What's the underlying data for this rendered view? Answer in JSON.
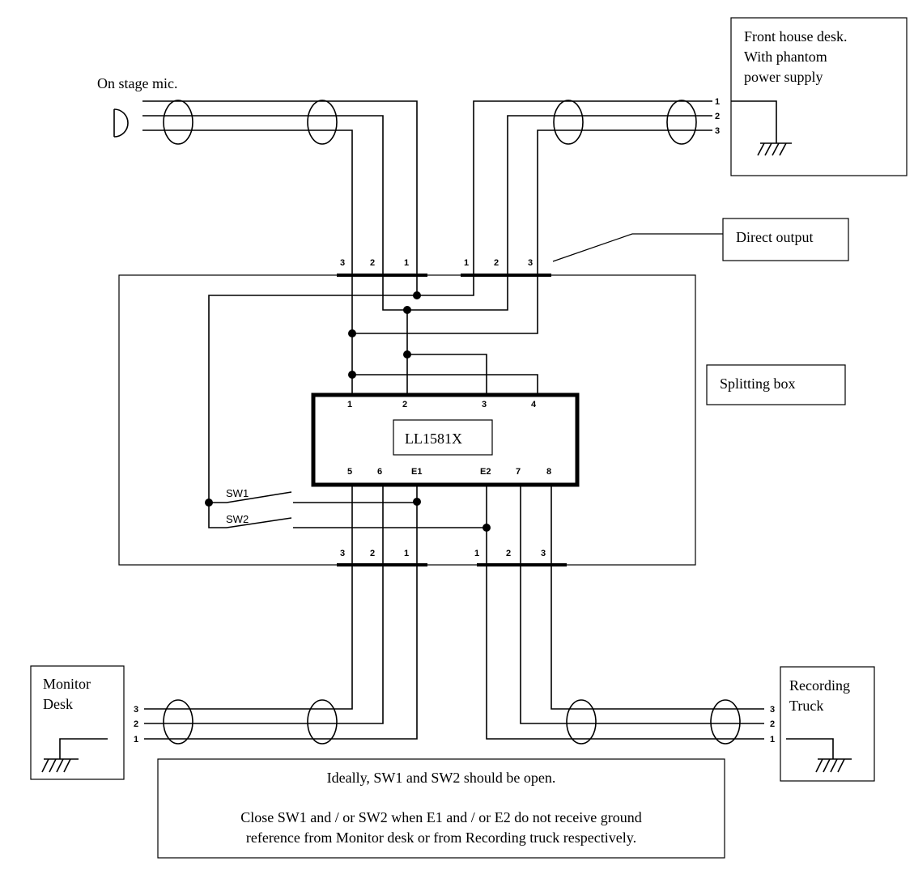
{
  "labels": {
    "mic": "On stage mic.",
    "front_house_line1": "Front house desk.",
    "front_house_line2": "With phantom",
    "front_house_line3": "power supply",
    "direct_output": "Direct output",
    "splitting_box": "Splitting box",
    "transformer": "LL1581X",
    "monitor_line1": "Monitor",
    "monitor_line2": "Desk",
    "recording_line1": "Recording",
    "recording_line2": "Truck",
    "sw1": "SW1",
    "sw2": "SW2"
  },
  "pins": {
    "in_bus": [
      "3",
      "2",
      "1"
    ],
    "direct_bus": [
      "1",
      "2",
      "3"
    ],
    "front_house": [
      "1",
      "2",
      "3"
    ],
    "transformer_top": [
      "1",
      "2",
      "3",
      "4"
    ],
    "transformer_bottom": [
      "5",
      "6",
      "E1",
      "E2",
      "7",
      "8"
    ],
    "monitor_bus": [
      "3",
      "2",
      "1"
    ],
    "recording_bus": [
      "1",
      "2",
      "3"
    ],
    "monitor_desk": [
      "3",
      "2",
      "1"
    ],
    "recording_truck": [
      "3",
      "2",
      "1"
    ]
  },
  "note": {
    "line1": "Ideally, SW1 and SW2 should be open.",
    "line2": "Close SW1 and / or SW2 when E1 and / or E2 do not receive ground",
    "line3": "reference from Monitor desk or from Recording truck respectively."
  }
}
